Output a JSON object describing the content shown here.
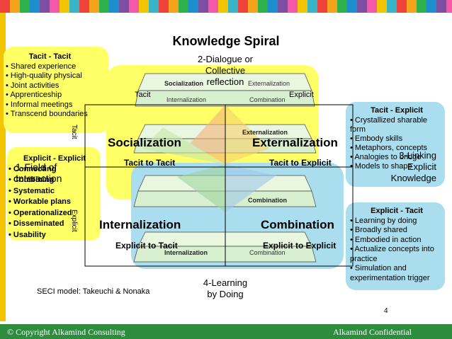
{
  "colors": {
    "yellow": "#ffff66",
    "blue": "#aaddee",
    "green": "#2d8c3e",
    "stripes": [
      "#f0423c",
      "#f7a21b",
      "#2db24b",
      "#1f8ecf",
      "#7b4fa3",
      "#f15aa8",
      "#f2c500",
      "#37b4c8"
    ]
  },
  "title": "Knowledge Spiral",
  "dialogue": [
    "2-Dialogue or",
    "Collective",
    "reflection"
  ],
  "learning": [
    "4-Learning",
    "by Doing"
  ],
  "field": [
    "1-Field of",
    "Interaction"
  ],
  "linking": [
    "3-Linking",
    "Explicit",
    "Knowledge"
  ],
  "axis": {
    "tacit_left": "Tacit",
    "explicit_right": "Explicit",
    "tacit_vert": "Tacit",
    "explicit_vert": "Explicit"
  },
  "quadrants": {
    "socialization": "Socialization",
    "externalization": "Externalization",
    "internalization": "Internalization",
    "combination": "Combination"
  },
  "flows": {
    "tt": "Tacit to Tacit",
    "te": "Tacit to Explicit",
    "et": "Explicit to Tacit",
    "ee": "Explicit to Explicit"
  },
  "layers": {
    "l1": [
      "Socialization",
      "Externalization",
      "Internalization",
      "Combination"
    ],
    "l2": [
      "Externalization"
    ],
    "l3": [
      "Combination"
    ],
    "l4": [
      "Internalization",
      "Combination"
    ]
  },
  "boxes": {
    "tacit_tacit": {
      "title": "Tacit - Tacit",
      "items": [
        "Shared experience",
        "High-quality physical",
        "Joint activities",
        "Apprenticeship",
        "Informal meetings",
        "Transcend boundaries"
      ]
    },
    "explicit_explicit": {
      "title": "Explicit - Explicit",
      "items": [
        "Connecting",
        "Combining",
        "Systematic",
        "Workable plans",
        "Operationalized",
        "Disseminated",
        "Usability"
      ]
    },
    "tacit_explicit": {
      "title": "Tacit - Explicit",
      "items": [
        "Crystallized sharable form",
        "Embody skills",
        "Metaphors, concepts",
        "Analogies to bridge",
        "Models to shape"
      ]
    },
    "explicit_tacit": {
      "title": "Explicit - Tacit",
      "items": [
        "Learning by doing",
        "Broadly shared",
        "Embodied in action",
        "Actualize concepts into practice",
        "Simulation and experimentation trigger"
      ]
    }
  },
  "credit": "SECI model: Takeuchi & Nonaka",
  "page_number": "4",
  "footer": {
    "left": "© Copyright Alkamind Consulting",
    "right": "Alkamind Confidential"
  }
}
